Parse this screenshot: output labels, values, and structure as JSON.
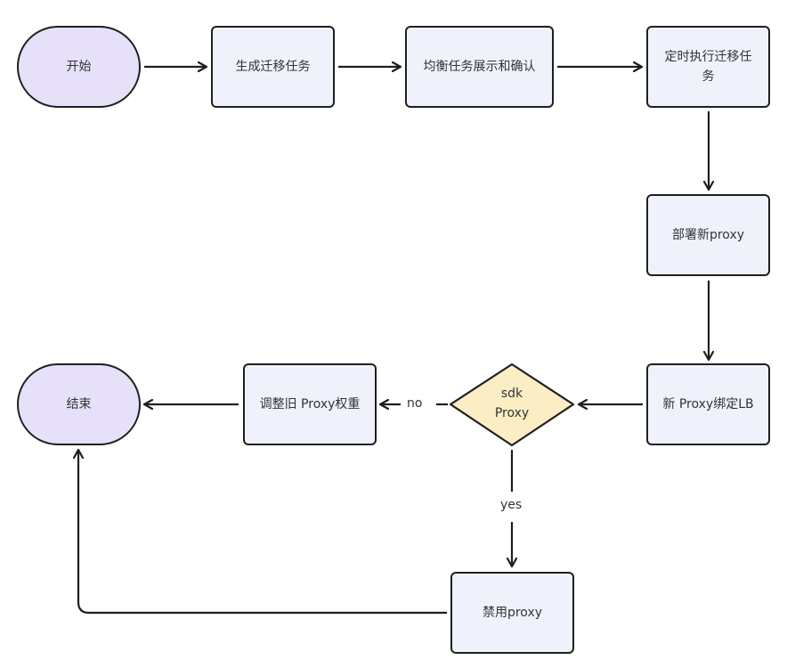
{
  "diagram": {
    "type": "flowchart",
    "colors": {
      "terminal_fill": "#e6e0f8",
      "process_fill": "#eff2fb",
      "decision_fill": "#fbedc4",
      "stroke": "#1f1f1f"
    },
    "nodes": {
      "start": {
        "label": "开始",
        "shape": "terminal"
      },
      "generate": {
        "label": "生成迁移任务",
        "shape": "process"
      },
      "review": {
        "label": "均衡任务展示和确认",
        "shape": "process"
      },
      "schedule": {
        "label": "定时执行迁移任务",
        "shape": "process"
      },
      "deploy": {
        "label": "部署新proxy",
        "shape": "process"
      },
      "bind": {
        "label": "新 Proxy绑定LB",
        "shape": "process"
      },
      "decision": {
        "label_line1": "sdk",
        "label_line2": "Proxy",
        "shape": "decision"
      },
      "adjust": {
        "label": "调整旧 Proxy权重",
        "shape": "process"
      },
      "disable": {
        "label": "禁用proxy",
        "shape": "process"
      },
      "end": {
        "label": "结束",
        "shape": "terminal"
      }
    },
    "edges": [
      {
        "from": "start",
        "to": "generate",
        "label": ""
      },
      {
        "from": "generate",
        "to": "review",
        "label": ""
      },
      {
        "from": "review",
        "to": "schedule",
        "label": ""
      },
      {
        "from": "schedule",
        "to": "deploy",
        "label": ""
      },
      {
        "from": "deploy",
        "to": "bind",
        "label": ""
      },
      {
        "from": "bind",
        "to": "decision",
        "label": ""
      },
      {
        "from": "decision",
        "to": "adjust",
        "label": "no"
      },
      {
        "from": "adjust",
        "to": "end",
        "label": ""
      },
      {
        "from": "decision",
        "to": "disable",
        "label": "yes"
      },
      {
        "from": "disable",
        "to": "end",
        "label": ""
      }
    ],
    "edge_labels": {
      "no": "no",
      "yes": "yes"
    }
  }
}
